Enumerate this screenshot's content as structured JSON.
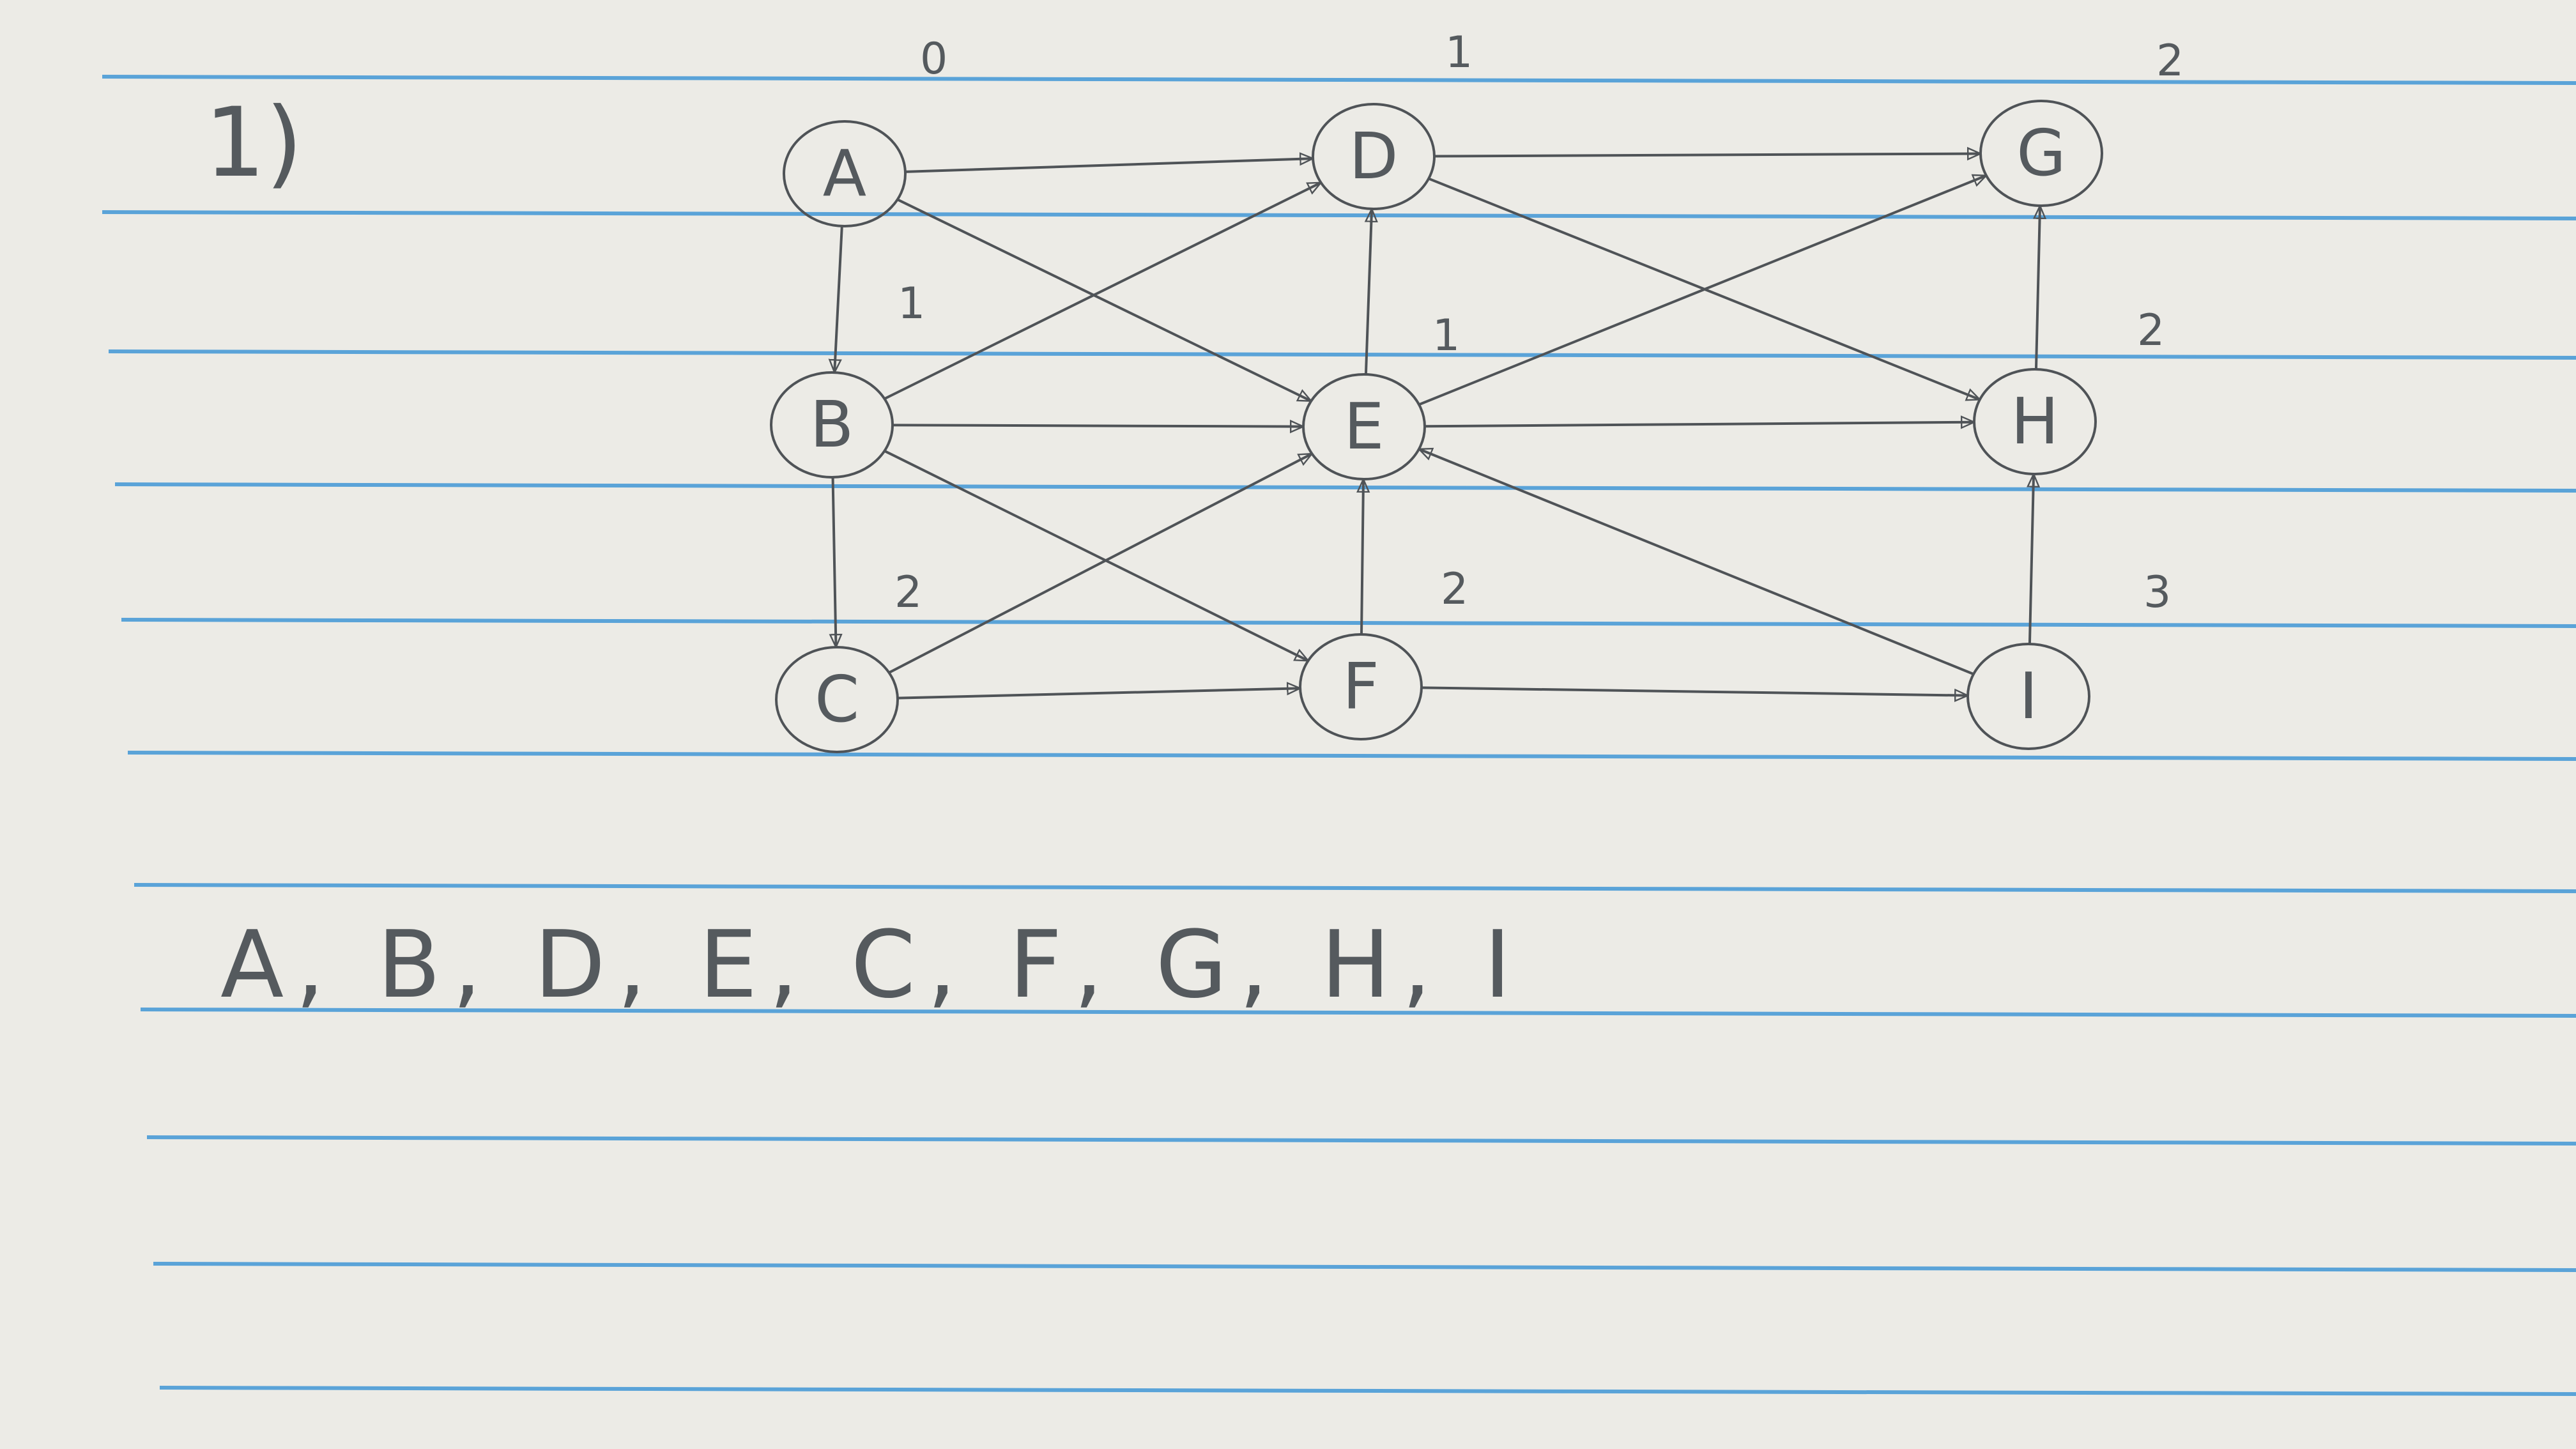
{
  "problem_number": "1)",
  "nodes": [
    {
      "id": "A",
      "label": "A",
      "order": "0"
    },
    {
      "id": "D",
      "label": "D",
      "order": "1"
    },
    {
      "id": "G",
      "label": "G",
      "order": "2"
    },
    {
      "id": "B",
      "label": "B",
      "order": "1"
    },
    {
      "id": "E",
      "label": "E",
      "order": "1"
    },
    {
      "id": "H",
      "label": "H",
      "order": "2"
    },
    {
      "id": "C",
      "label": "C",
      "order": "2"
    },
    {
      "id": "F",
      "label": "F",
      "order": "2"
    },
    {
      "id": "I",
      "label": "I",
      "order": "3"
    }
  ],
  "edges": [
    {
      "from": "A",
      "to": "D"
    },
    {
      "from": "A",
      "to": "B"
    },
    {
      "from": "A",
      "to": "E"
    },
    {
      "from": "D",
      "to": "G"
    },
    {
      "from": "D",
      "to": "H"
    },
    {
      "from": "E",
      "to": "D"
    },
    {
      "from": "B",
      "to": "D"
    },
    {
      "from": "B",
      "to": "E"
    },
    {
      "from": "B",
      "to": "C"
    },
    {
      "from": "B",
      "to": "F"
    },
    {
      "from": "E",
      "to": "G"
    },
    {
      "from": "E",
      "to": "H"
    },
    {
      "from": "C",
      "to": "E"
    },
    {
      "from": "C",
      "to": "F"
    },
    {
      "from": "F",
      "to": "E"
    },
    {
      "from": "F",
      "to": "I"
    },
    {
      "from": "I",
      "to": "E"
    },
    {
      "from": "I",
      "to": "H"
    },
    {
      "from": "H",
      "to": "G"
    }
  ],
  "answer": "A, B, D, E, C, F, G, H, I",
  "colors": {
    "paper": "#ecebe6",
    "rule_line": "#5aa3d8",
    "pencil": "#4f5357"
  }
}
